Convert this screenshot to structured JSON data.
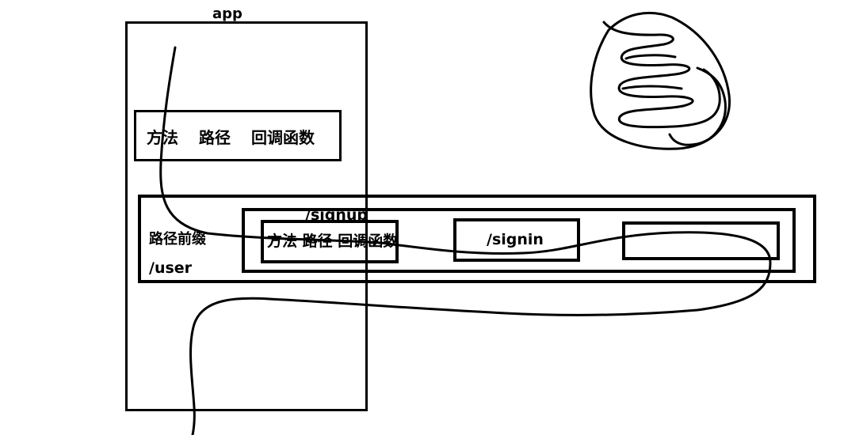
{
  "app_label": "app",
  "route_box": {
    "method": "方法",
    "path": "路径",
    "callback": "回调函数"
  },
  "router_box": {
    "prefix_label": "路径前缀",
    "prefix_value": "/user",
    "routes": [
      {
        "path_label": "/signup",
        "inner_text": "方法 路径 回调函数"
      },
      {
        "path_label": "/signin"
      },
      {
        "path_label": ""
      }
    ]
  },
  "colors": {
    "stroke": "#000000",
    "background": "#ffffff"
  },
  "icons": {
    "scribble": "hand-drawn-scribble-icon"
  }
}
